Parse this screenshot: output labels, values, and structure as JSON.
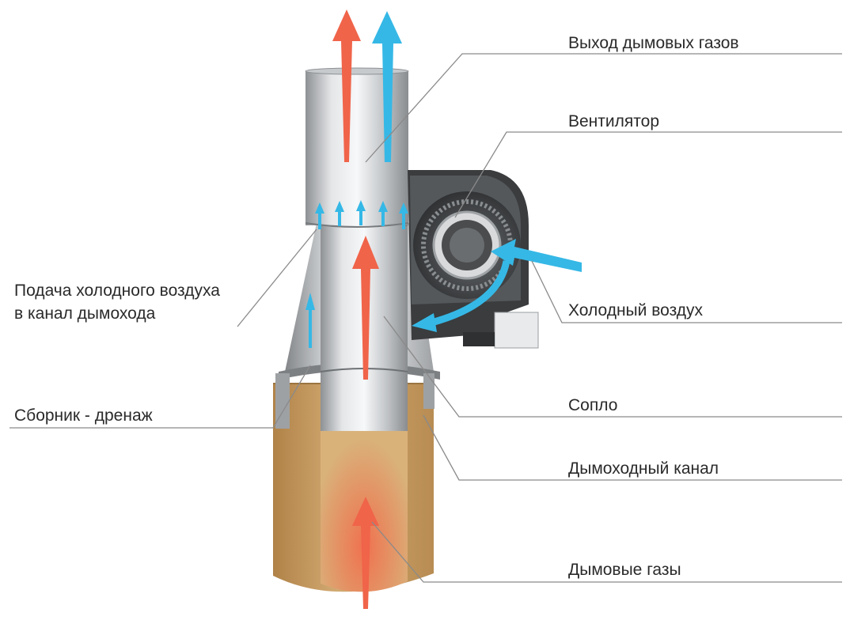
{
  "labels": {
    "flue_gas_outlet": "Выход дымовых газов",
    "fan": "Вентилятор",
    "cold_air_supply_line1": "Подача холодного воздуха",
    "cold_air_supply_line2": "в канал дымохода",
    "cold_air": "Холодный воздух",
    "collector_drain": "Сборник - дренаж",
    "nozzle": "Сопло",
    "chimney_channel": "Дымоходный канал",
    "flue_gases": "Дымовые газы"
  },
  "colors": {
    "hot_arrow": "#f0644a",
    "cold_arrow": "#35b8e6",
    "chimney_brick": "#c8a169",
    "steel": "#b9bcbf",
    "leader_line": "#8a8a8a"
  }
}
